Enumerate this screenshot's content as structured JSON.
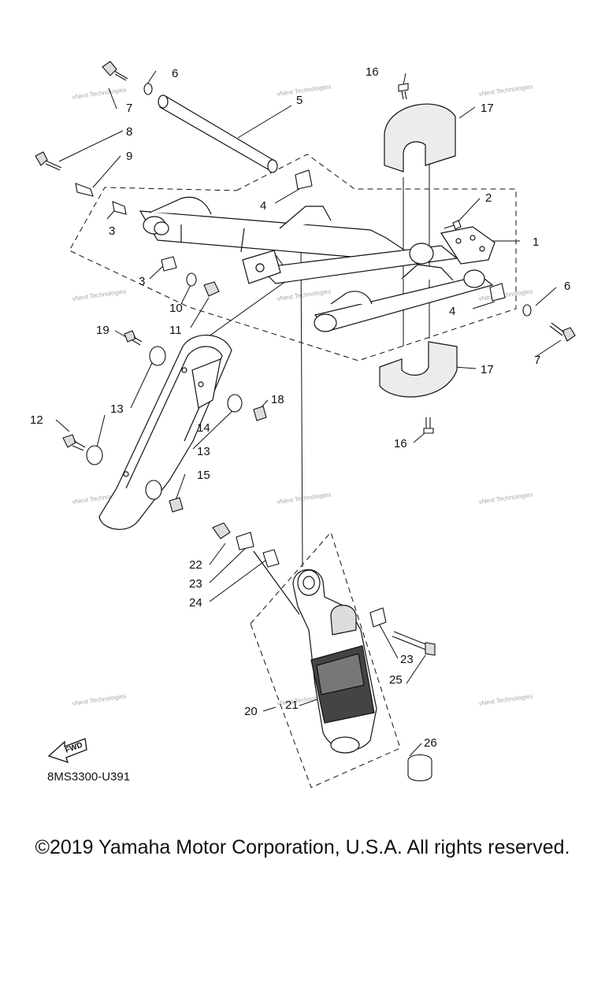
{
  "diagram": {
    "callouts": [
      "1",
      "2",
      "3",
      "3",
      "4",
      "4",
      "5",
      "6",
      "6",
      "7",
      "7",
      "8",
      "9",
      "10",
      "11",
      "12",
      "13",
      "13",
      "14",
      "15",
      "16",
      "16",
      "17",
      "17",
      "18",
      "19",
      "20",
      "21",
      "22",
      "23",
      "23",
      "24",
      "25",
      "26"
    ],
    "watermark": "vNext Technologies",
    "fwd_label": "FWD",
    "part_code": "8MS3300-U391"
  },
  "footer": {
    "copyright": "©2019 Yamaha Motor Corporation, U.S.A. All rights reserved."
  },
  "colors": {
    "line": "#111111",
    "fill_gray": "#e6e6e6",
    "fill_dark": "#555555",
    "watermark": "#9a9a9a"
  }
}
